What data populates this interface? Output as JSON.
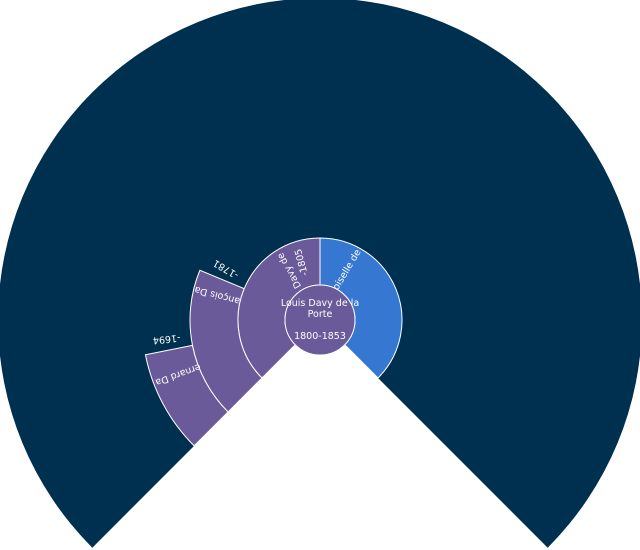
{
  "colors": {
    "background": "#00304F",
    "male": "#6A5A99",
    "female": "#3677D2",
    "text": "#ffffff",
    "border": "#ffffff"
  },
  "root": {
    "name_line1": "Louis Davy de la",
    "name_line2": "Porte",
    "dates": "1800-1853"
  },
  "father": {
    "name": "Joseph Davy de la Porte",
    "dates": "-1805"
  },
  "mother": {
    "name": "Mademoiselle de la Porte",
    "dates": ""
  },
  "grandfather": {
    "name": "François Davy",
    "dates": "-1781"
  },
  "great_grandfather": {
    "name": "Bernard Davy",
    "dates": "-1694"
  }
}
